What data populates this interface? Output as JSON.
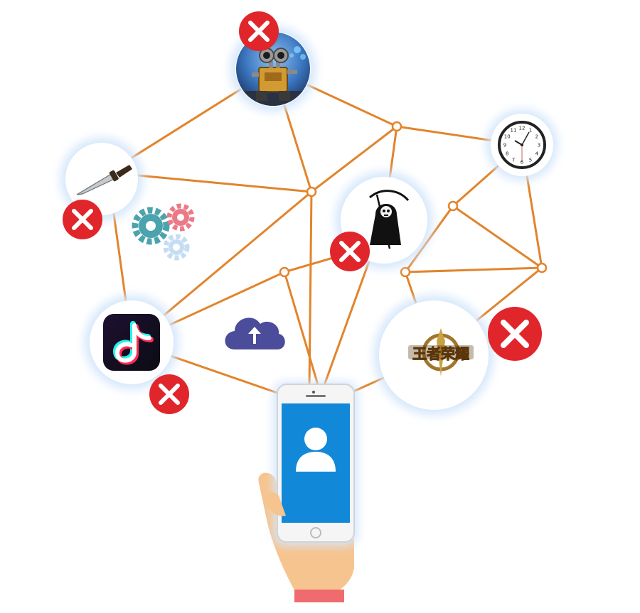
{
  "colors": {
    "link": "#e2842c",
    "node_fill": "#ffffff",
    "node_glow": "#d3e6fb",
    "blocked_badge": "#e0262b",
    "phone_screen": "#1289d8",
    "phone_body": "#f5f5f5",
    "hand": "#f6c48f",
    "sleeve": "#ef6b6f",
    "cloud": "#4b4d9a",
    "gear_teal": "#4aa3ad",
    "gear_pink": "#ec7a86",
    "gear_light": "#c4ddf3"
  },
  "nodes": [
    {
      "id": "robot-app",
      "icon": "robot-icon",
      "blocked": true
    },
    {
      "id": "knife-app",
      "icon": "knife-icon",
      "blocked": true
    },
    {
      "id": "clock-app",
      "icon": "clock-icon",
      "blocked": false
    },
    {
      "id": "reaper-app",
      "icon": "grim-reaper-icon",
      "blocked": true
    },
    {
      "id": "tiktok-app",
      "icon": "tiktok-icon",
      "blocked": true
    },
    {
      "id": "game-app",
      "icon": "game-logo-icon",
      "blocked": true,
      "logo_text": "王者荣耀"
    }
  ],
  "clock": {
    "numbers": [
      "12",
      "1",
      "2",
      "3",
      "4",
      "5",
      "6",
      "7",
      "8",
      "9",
      "10",
      "11"
    ]
  },
  "decor": {
    "cloud": "cloud-upload-icon",
    "gears": "gears-icon",
    "phone": "smartphone-icon",
    "contact": "contact-person-icon",
    "hand": "hand-icon"
  }
}
